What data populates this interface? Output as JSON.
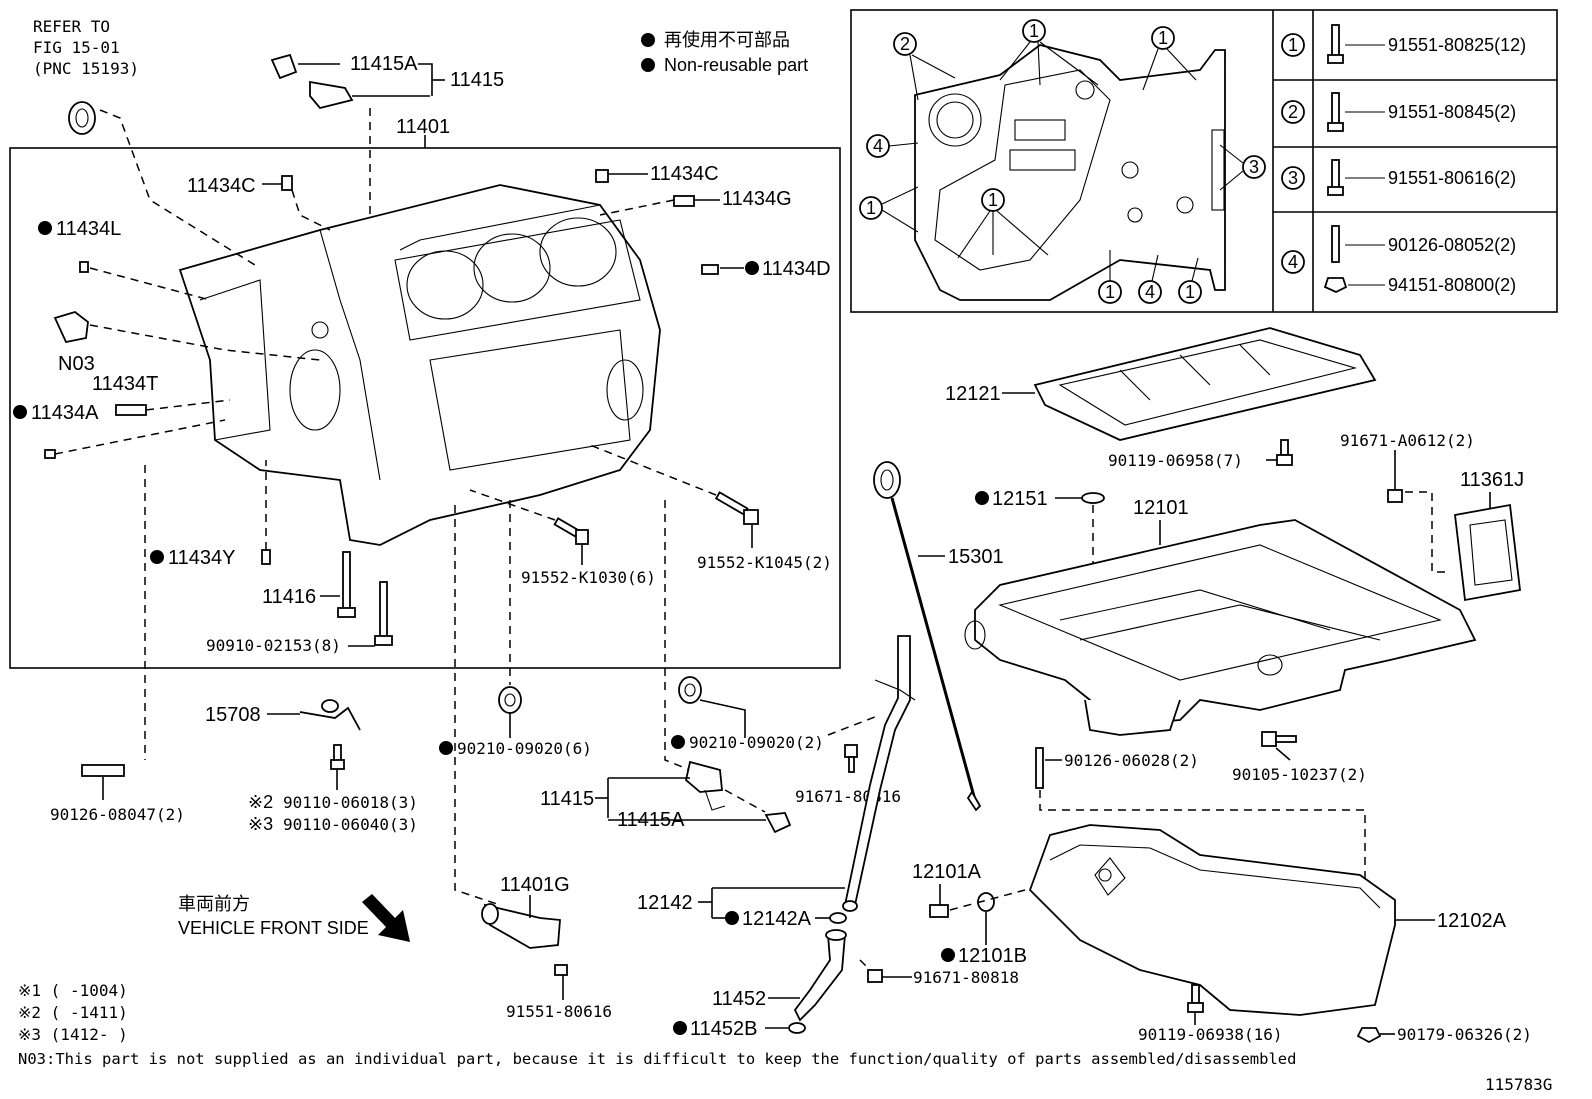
{
  "header": {
    "refer_line1": "REFER TO",
    "refer_line2": "FIG 15-01",
    "refer_line3": "(PNC 15193)",
    "legend_jp": "再使用不可部品",
    "legend_en": "Non-reusable part"
  },
  "parts": {
    "p11415A_top": "11415A",
    "p11415_top": "11415",
    "p11401": "11401",
    "p11434C_left": "11434C",
    "p11434C_right": "11434C",
    "p11434G": "11434G",
    "p11434L": "11434L",
    "p11434D": "11434D",
    "pN03": "N03",
    "p11434T": "11434T",
    "p11434A": "11434A",
    "p11434Y": "11434Y",
    "p11416": "11416",
    "p90910": "90910-02153(8)",
    "p91552_1030": "91552-K1030(6)",
    "p91552_1045": "91552-K1045(2)",
    "p15708": "15708",
    "p90210_a": "90210-09020(6)",
    "p90210_b": "90210-09020(2)",
    "p90126_08047": "90126-08047(2)",
    "p90110_18": "90110-06018(3)",
    "p90110_40": "90110-06040(3)",
    "mark2": "※2",
    "mark3": "※3",
    "p11415_bottom": "11415",
    "p11415A_bottom": "11415A",
    "p91671_80816": "91671-80816",
    "p11401G": "11401G",
    "p91551_80616": "91551-80616",
    "p12142": "12142",
    "p12142A": "12142A",
    "p11452": "11452",
    "p11452B": "11452B",
    "p12101A": "12101A",
    "p12101B": "12101B",
    "p91671_80818": "91671-80818",
    "p12121": "12121",
    "p90119_06958": "90119-06958(7)",
    "p91671_A0612": "91671-A0612(2)",
    "p11361J": "11361J",
    "p12151": "12151",
    "p12101": "12101",
    "p15301": "15301",
    "p90126_06028": "90126-06028(2)",
    "p90105_10237": "90105-10237(2)",
    "p12102A": "12102A",
    "p90119_06938": "90119-06938(16)",
    "p90179_06326": "90179-06326(2)"
  },
  "direction": {
    "jp": "車両前方",
    "en": "VEHICLE FRONT SIDE"
  },
  "inset_callouts": {
    "c1": "1",
    "c2": "2",
    "c3": "3",
    "c4": "4"
  },
  "bolt_table": [
    {
      "key": "1",
      "part": "91551-80825(12)"
    },
    {
      "key": "2",
      "part": "91551-80845(2)"
    },
    {
      "key": "3",
      "part": "91551-80616(2)"
    },
    {
      "key": "4",
      "part": "90126-08052(2)",
      "part2": "94151-80800(2)"
    }
  ],
  "footnotes": {
    "n1": "※1 (      -1004)",
    "n2": "※2 (      -1411)",
    "n3": "※3 (1412-      )",
    "n03": "N03:This part is not supplied as an individual part, because it is difficult to keep the function/quality of parts assembled/disassembled",
    "fig_id": "115783G"
  }
}
